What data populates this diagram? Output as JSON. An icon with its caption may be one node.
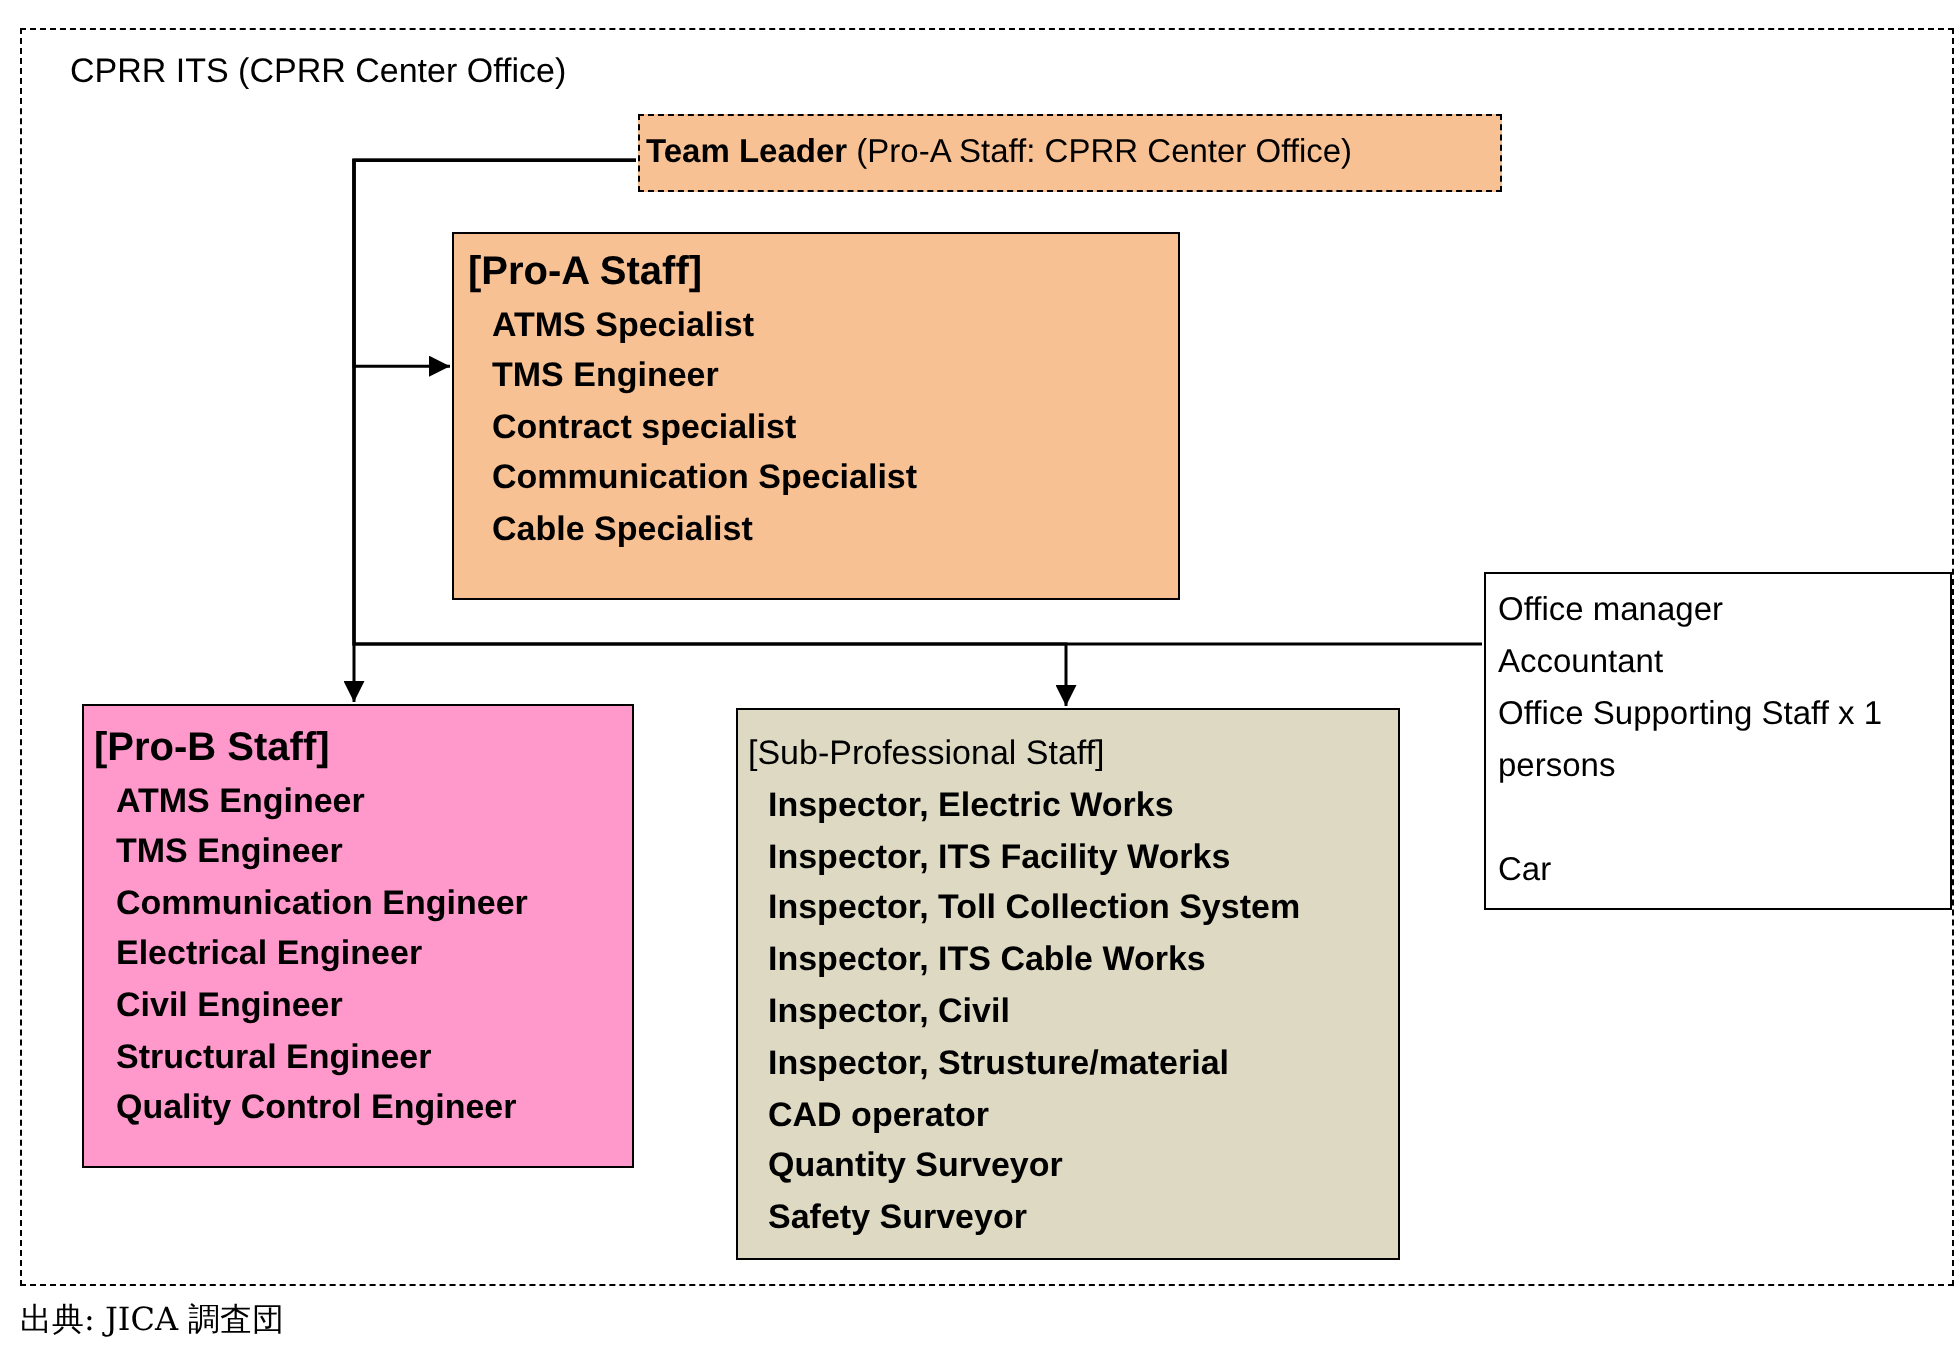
{
  "diagram": {
    "caption": "出典:  JICA 調査団",
    "nodes": [
      {
        "text": [
          "CPRR ITS (CPRR Center Office)"
        ]
      },
      {
        "text": [
          "**Team Leader** (Pro-A Staff:  CPRR Center Office)"
        ],
        "in": 0
      },
      {
        "text": [
          "[Pro-A Staff]",
          "ATMS Specialist",
          "TMS Engineer",
          "Contract specialist",
          "Communication Specialist",
          "Cable Specialist"
        ],
        "in": 0
      },
      {
        "text": [
          "Office manager",
          "Accountant",
          "Office Supporting Staff x 1 persons",
          "Car"
        ],
        "in": 0
      },
      {
        "text": [
          "[Pro-B Staff]",
          "ATMS Engineer",
          "TMS Engineer",
          "Communication Engineer",
          "Electrical Engineer",
          "Civil Engineer",
          "Structural Engineer",
          "Quality Control Engineer"
        ],
        "in": 0
      },
      {
        "text": [
          "[Sub-Professional Staff]",
          "Inspector, Electric Works",
          "Inspector, ITS Facility Works",
          "Inspector, Toll Collection System",
          "Inspector, ITS Cable Works",
          "Inspector, Civil",
          "Inspector, Strusture/material",
          "CAD operator",
          "Quantity Surveyor",
          "Safety Surveyor"
        ],
        "in": 0
      }
    ],
    "edges": [
      {
        "from": 1,
        "to": 2,
        "arrow": "to"
      },
      {
        "from": 1,
        "to": 4,
        "arrow": "to"
      },
      {
        "from": 1,
        "to": 5,
        "arrow": "to"
      },
      {
        "from": 1,
        "to": 3,
        "arrow": "none"
      }
    ]
  }
}
